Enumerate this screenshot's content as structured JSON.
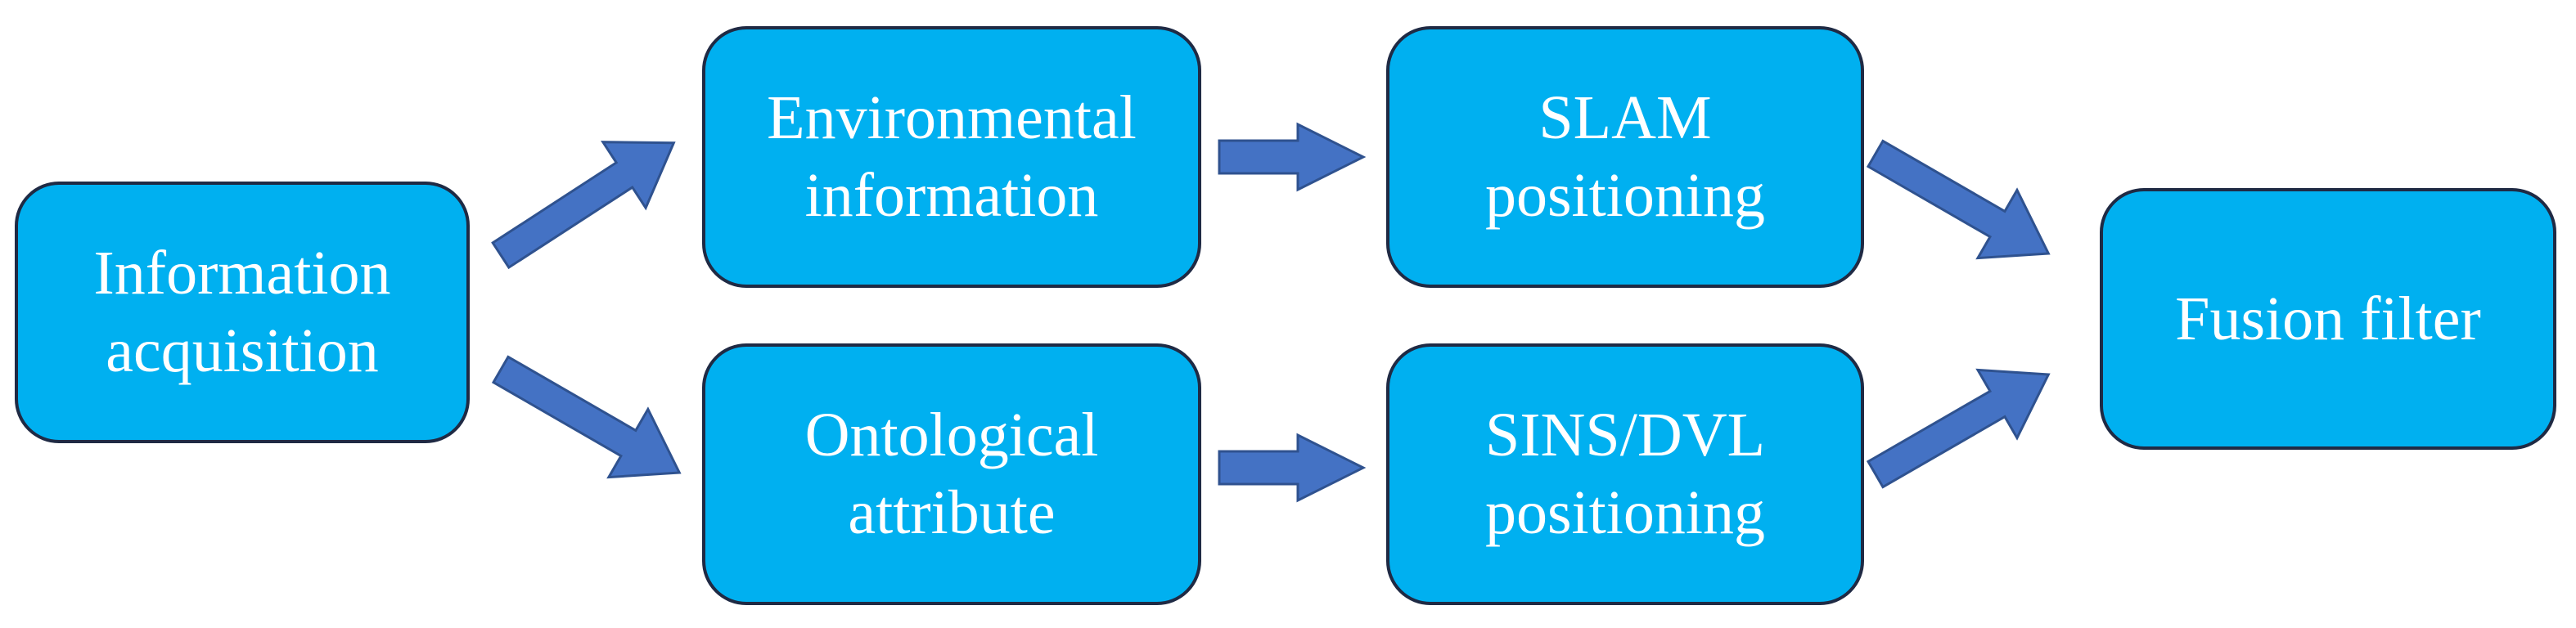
{
  "diagram": {
    "nodes": {
      "information_acquisition": "Information\nacquisition",
      "environmental_information": "Environmental\ninformation",
      "ontological_attribute": "Ontological\nattribute",
      "slam_positioning": "SLAM\npositioning",
      "sins_dvl_positioning": "SINS/DVL\npositioning",
      "fusion_filter": "Fusion filter"
    },
    "edges": [
      {
        "from": "Information acquisition",
        "to": "Environmental information"
      },
      {
        "from": "Information acquisition",
        "to": "Ontological attribute"
      },
      {
        "from": "Environmental information",
        "to": "SLAM positioning"
      },
      {
        "from": "Ontological attribute",
        "to": "SINS/DVL positioning"
      },
      {
        "from": "SLAM positioning",
        "to": "Fusion filter"
      },
      {
        "from": "SINS/DVL positioning",
        "to": "Fusion filter"
      }
    ],
    "colors": {
      "node_fill": "#00b0f0",
      "node_border": "#1f2a44",
      "node_text": "#ffffff",
      "arrow_fill": "#4472c4",
      "arrow_border": "#2f528f"
    }
  }
}
